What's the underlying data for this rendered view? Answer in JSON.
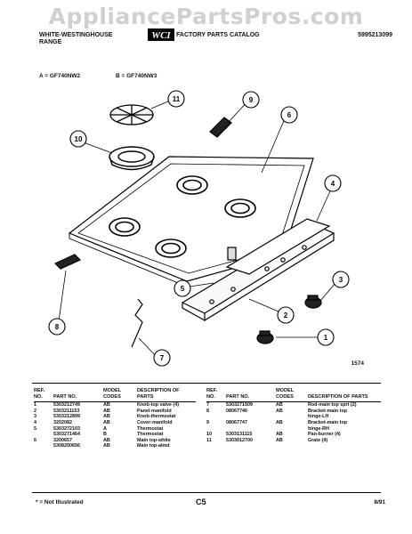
{
  "watermark": "AppliancePartsPros.com",
  "header": {
    "brand_line1": "WHITE-WESTINGHOUSE",
    "brand_line2": "RANGE",
    "logo": "WCI",
    "catalog": "FACTORY PARTS CATALOG",
    "doc_number": "5995213099"
  },
  "models": {
    "a": "A = GF740NW2",
    "b": "B = GF740NW3"
  },
  "callouts": [
    "1",
    "2",
    "3",
    "4",
    "5",
    "6",
    "7",
    "8",
    "9",
    "10",
    "11"
  ],
  "figure_number": "1574",
  "table_headers": {
    "ref": "REF. NO.",
    "part": "PART NO.",
    "model": "MODEL CODES",
    "desc": "DESCRIPTION OF PARTS"
  },
  "parts_left": [
    {
      "ref": "1",
      "part": "5303212749",
      "model": "AB",
      "desc": "Knob-top valve (4)"
    },
    {
      "ref": "2",
      "part": "5303211153",
      "model": "AB",
      "desc": "Panel-manifold"
    },
    {
      "ref": "3",
      "part": "5303212899",
      "model": "AB",
      "desc": "Knob-thermostat"
    },
    {
      "ref": "4",
      "part": "3202082",
      "model": "AB",
      "desc": "Cover-manifold"
    },
    {
      "ref": "5",
      "part": "5303272103",
      "model": "A",
      "desc": "Thermostat"
    },
    {
      "ref": "",
      "part": "5303271464",
      "model": "B",
      "desc": "Thermostat"
    },
    {
      "ref": "6",
      "part": "3200657",
      "model": "AB",
      "desc": "Main top-white"
    },
    {
      "ref": "",
      "part": "5308200656",
      "model": "AB",
      "desc": "Main top-almd"
    }
  ],
  "parts_right": [
    {
      "ref": "7",
      "part": "5303271509",
      "model": "AB",
      "desc": "Rod-main top sprt (2)"
    },
    {
      "ref": "8",
      "part": "08067746",
      "model": "AB",
      "desc": "Bracket-main top"
    },
    {
      "ref": "",
      "part": "",
      "model": "",
      "desc": "hinge-LH"
    },
    {
      "ref": "9",
      "part": "08067747",
      "model": "AB",
      "desc": "Bracket-main top"
    },
    {
      "ref": "",
      "part": "",
      "model": "",
      "desc": "hinge-RH"
    },
    {
      "ref": "10",
      "part": "5303131115",
      "model": "AB",
      "desc": "Pan-burner (4)"
    },
    {
      "ref": "11",
      "part": "5303012700",
      "model": "AB",
      "desc": "Grate (4)"
    }
  ],
  "footer": {
    "note": "* = Not Illustrated",
    "page": "C5",
    "date": "8/91"
  }
}
